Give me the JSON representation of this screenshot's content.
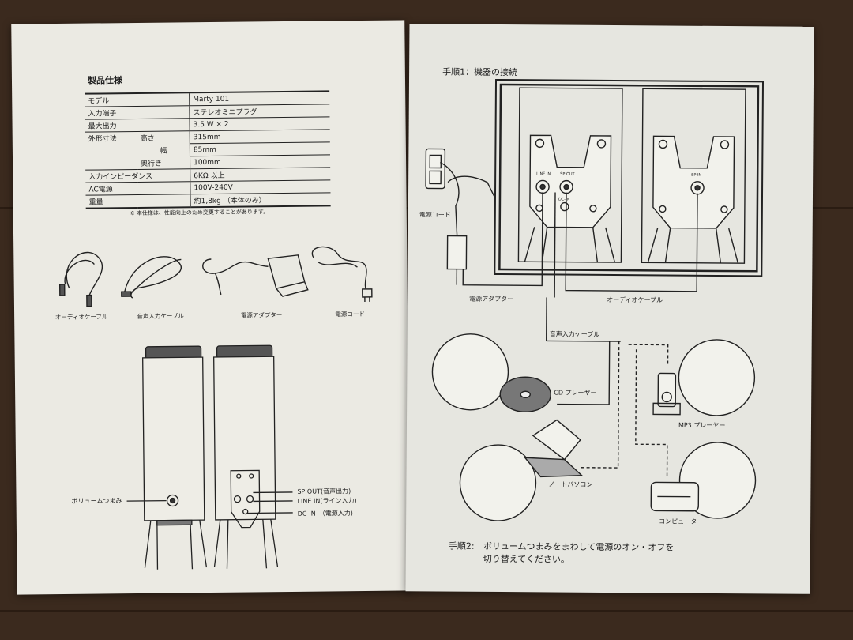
{
  "spec_section": {
    "title": "製品仕様",
    "rows": [
      {
        "key": "モデル",
        "sub": "",
        "value": "Marty 101"
      },
      {
        "key": "入力端子",
        "sub": "",
        "value": "ステレオミニプラグ"
      },
      {
        "key": "最大出力",
        "sub": "",
        "value": "3.5 W × 2"
      },
      {
        "key": "外形寸法",
        "sub": "高さ",
        "value": "315mm"
      },
      {
        "key": "",
        "sub": "幅",
        "value": "85mm"
      },
      {
        "key": "",
        "sub": "奥行き",
        "value": "100mm"
      },
      {
        "key": "入力インピーダンス",
        "sub": "",
        "value": "6KΩ 以上"
      },
      {
        "key": "AC電源",
        "sub": "",
        "value": "100V-240V"
      },
      {
        "key": "重量",
        "sub": "",
        "value": "約1,8kg （本体のみ）"
      }
    ],
    "note": "※ 本仕様は、性能向上のため変更することがあります。"
  },
  "accessories": [
    "オーディオケーブル",
    "音声入力ケーブル",
    "電源アダプター",
    "電源コード"
  ],
  "speaker_labels": {
    "volume": "ボリュームつまみ",
    "sp_out": "SP OUT(音声出力)",
    "line_in": "LINE IN(ライン入力)",
    "dc_in": "DC-IN　（電源入力)"
  },
  "step1": {
    "title": "手順1：機器の接続",
    "labels": {
      "power_cord": "電源コード",
      "power_adapter": "電源アダプター",
      "audio_cable": "オーディオケーブル",
      "audio_input_cable": "音声入力ケーブル",
      "cd_player": "CD プレーヤー",
      "mp3_player": "MP3 プレーヤー",
      "laptop": "ノートパソコン",
      "computer": "コンピュータ",
      "line_in_port": "LINE IN",
      "sp_out_port": "SP OUT",
      "sp_in_port": "SP IN",
      "dc_in_port": "DC-IN"
    }
  },
  "step2": {
    "label": "手順2:",
    "line1": "ボリュームつまみをまわして電源のオン・オフを",
    "line2": "切り替えてください。"
  },
  "colors": {
    "paper": "#ebeae3",
    "ink": "#1d1d1d",
    "wood": "#3b2a1e"
  }
}
